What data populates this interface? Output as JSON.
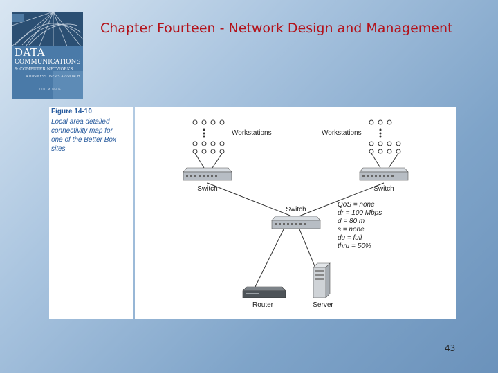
{
  "slide": {
    "title": "Chapter Fourteen - Network Design and Management",
    "page_number": "43"
  },
  "cover": {
    "title_line1": "DATA",
    "title_line2": "COMMUNICATIONS",
    "title_line3": "& COMPUTER NETWORKS",
    "subtitle": "A BUSINESS USER'S APPROACH",
    "small_print": "CURT M. WHITE"
  },
  "figure": {
    "label": "Figure 14-10",
    "caption": "Local area detailed connectivity map for one of the Better Box sites"
  },
  "diagram": {
    "workstations_left": "Workstations",
    "workstations_right": "Workstations",
    "switch_left": "Switch",
    "switch_right": "Switch",
    "switch_center": "Switch",
    "router": "Router",
    "server": "Server",
    "specs": [
      "QoS = none",
      "dr = 100 Mbps",
      "d = 80 m",
      "s = none",
      "du = full",
      "thru = 50%"
    ]
  }
}
